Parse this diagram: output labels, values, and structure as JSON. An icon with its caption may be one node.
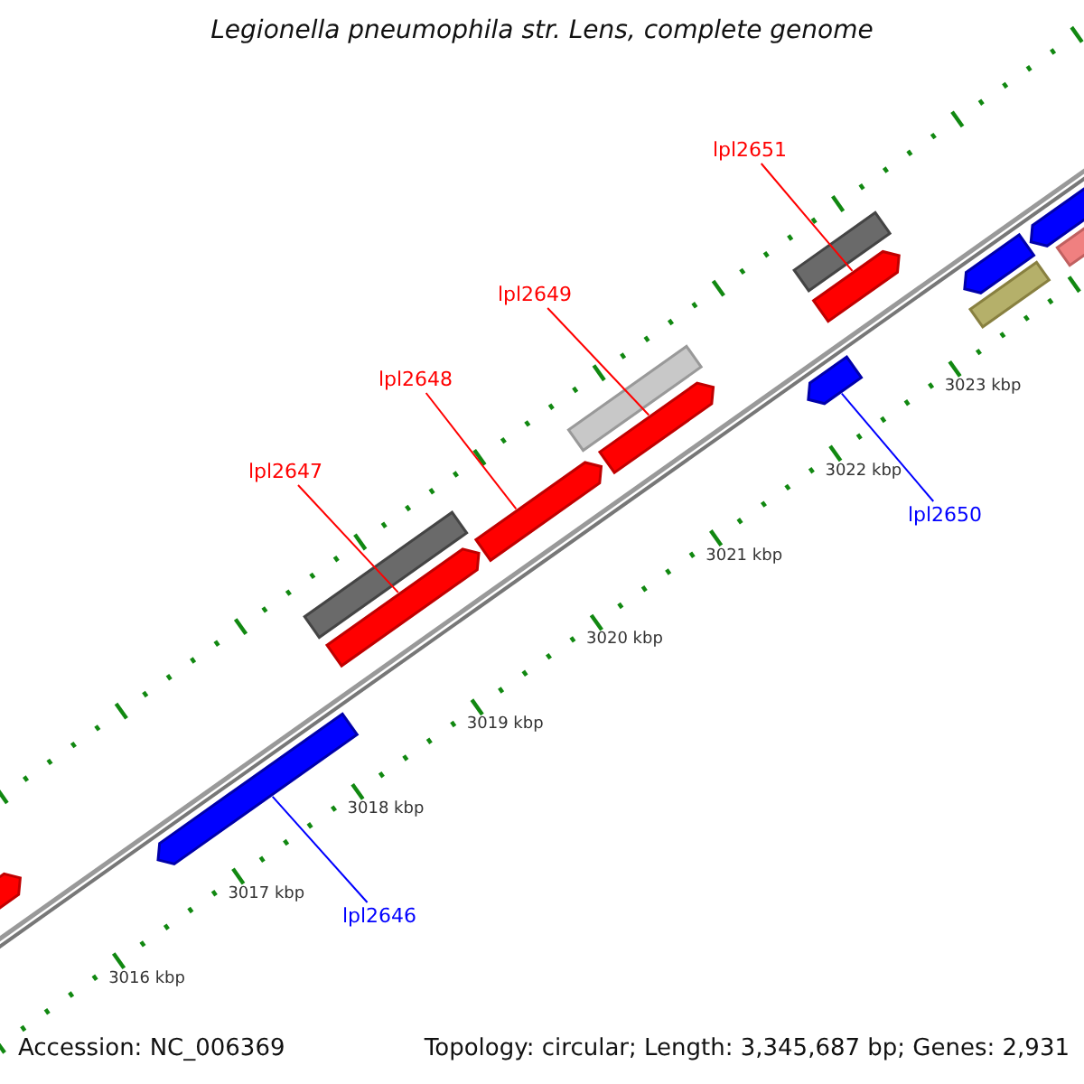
{
  "diagram": {
    "title": "Legionella pneumophila str. Lens, complete genome",
    "nodes": [
      {
        "text": [
          "lpl2651"
        ]
      },
      {
        "text": [
          "lpl2649"
        ]
      },
      {
        "text": [
          "lpl2648"
        ]
      },
      {
        "text": [
          "lpl2647"
        ]
      },
      {
        "text": [
          "lpl2650"
        ]
      },
      {
        "text": [
          "lpl2646"
        ]
      },
      {
        "text": [],
        "shape": "bar"
      },
      {
        "text": [],
        "shape": "bar"
      },
      {
        "text": [],
        "shape": "bar"
      },
      {
        "text": [],
        "shape": "bar"
      },
      {
        "text": [],
        "shape": "bar"
      },
      {
        "text": [],
        "shape": "bar"
      },
      {
        "text": [],
        "shape": "bar"
      },
      {
        "text": [],
        "shape": "bar"
      },
      {
        "text": [],
        "shape": "bar"
      },
      {
        "text": [],
        "shape": "bar"
      },
      {
        "text": [],
        "shape": "bar"
      },
      {
        "text": [],
        "shape": "bar"
      },
      {
        "text": [],
        "shape": "bar"
      },
      {
        "text": [],
        "shape": "bar"
      }
    ],
    "edges": [
      {
        "from": 0,
        "to": 15,
        "arrow": "none"
      },
      {
        "from": 1,
        "to": 12,
        "arrow": "none"
      },
      {
        "from": 2,
        "to": 10,
        "arrow": "none"
      },
      {
        "from": 3,
        "to": 9,
        "arrow": "none"
      },
      {
        "from": 4,
        "to": 13,
        "arrow": "none",
        "color": "#0000ff"
      },
      {
        "from": 5,
        "to": 7,
        "arrow": "none",
        "color": "#0000ff"
      }
    ],
    "labels": [
      "3016 kbp",
      "3017 kbp",
      "3018 kbp",
      "3019 kbp",
      "3020 kbp",
      "3021 kbp",
      "3022 kbp",
      "3023 kbp",
      "Accession: NC_006369",
      "Topology: circular; Length: 3,345,687 bp; Genes: 2,931"
    ]
  }
}
